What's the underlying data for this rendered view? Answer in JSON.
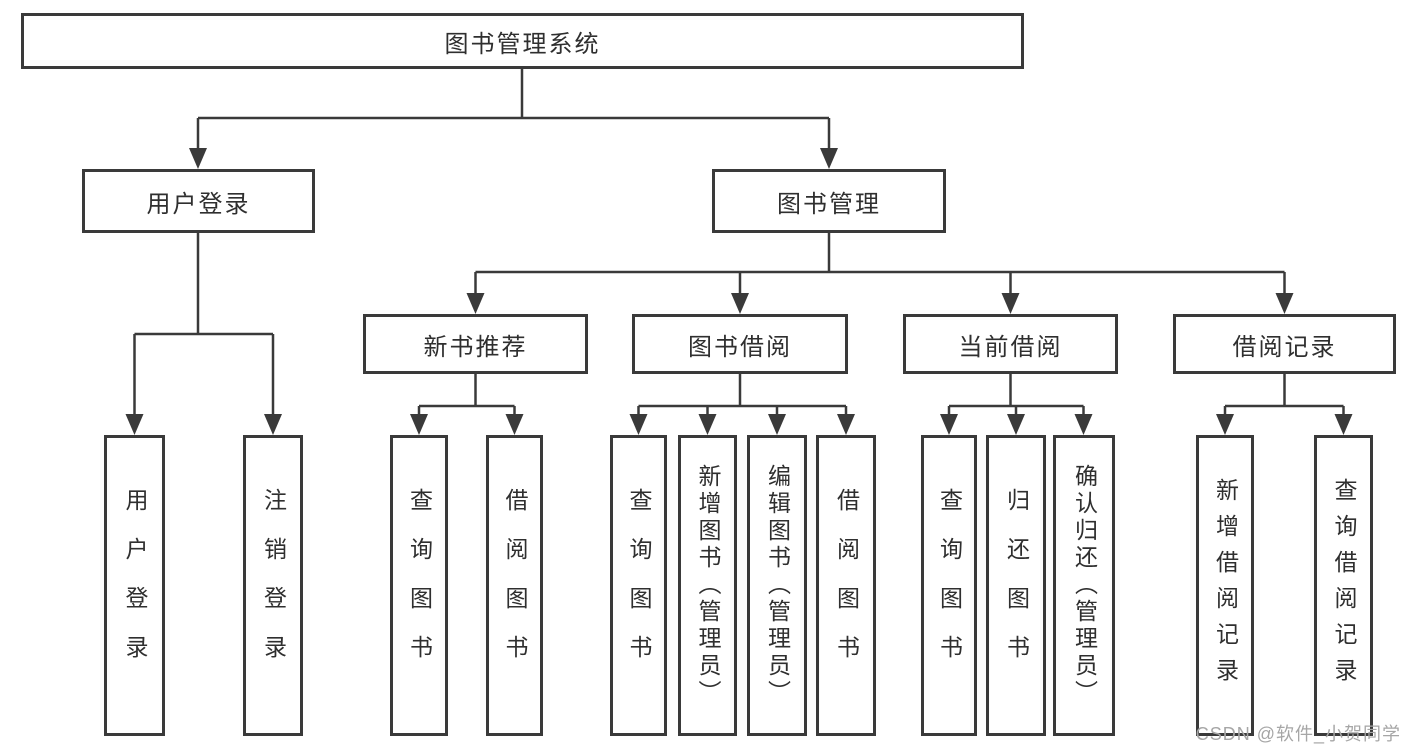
{
  "diagram": {
    "root": {
      "label": "图书管理系统"
    },
    "level2": [
      {
        "label": "用户登录"
      },
      {
        "label": "图书管理"
      }
    ],
    "level3": [
      {
        "label": "新书推荐"
      },
      {
        "label": "图书借阅"
      },
      {
        "label": "当前借阅"
      },
      {
        "label": "借阅记录"
      }
    ],
    "leaves": {
      "user_login": [
        {
          "label": "用户登录"
        },
        {
          "label": "注销登录"
        }
      ],
      "new_book_recommend": [
        {
          "label": "查询图书"
        },
        {
          "label": "借阅图书"
        }
      ],
      "book_borrow": [
        {
          "label": "查询图书"
        },
        {
          "label": "新增图书（管理员）"
        },
        {
          "label": "编辑图书（管理员）"
        },
        {
          "label": "借阅图书"
        }
      ],
      "current_borrow": [
        {
          "label": "查询图书"
        },
        {
          "label": "归还图书"
        },
        {
          "label": "确认归还（管理员）"
        }
      ],
      "borrow_records": [
        {
          "label": "新增借阅记录"
        },
        {
          "label": "查询借阅记录"
        }
      ]
    },
    "watermark": "CSDN @软件_小贺同学",
    "colors": {
      "line": "#3a3a3a",
      "box_border": "#3a3a3a",
      "text": "#2f2f2f",
      "watermark": "#a6a6a6",
      "background": "#ffffff"
    }
  }
}
